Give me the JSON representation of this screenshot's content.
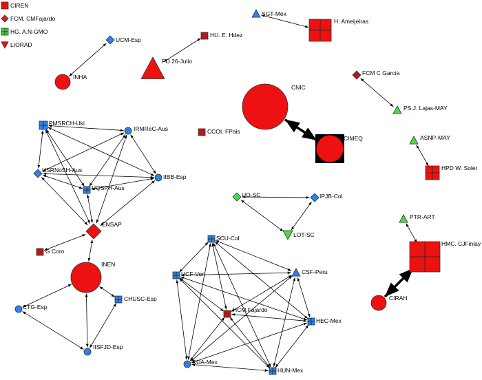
{
  "legend": [
    {
      "label": "CIREN",
      "shape": "square",
      "color": "#e8100f"
    },
    {
      "label": "FCM. CMFajardo",
      "shape": "diamond",
      "color": "#d81e1e"
    },
    {
      "label": "HG. A.N-GMO",
      "shape": "square-grid",
      "color": "#3cd43c"
    },
    {
      "label": "LIORAD",
      "shape": "triangle-down",
      "color": "#e8100f"
    }
  ],
  "colors": {
    "red": "#ee1111",
    "darkred": "#b21a1a",
    "blue": "#2f80e8",
    "green": "#44dd44",
    "black": "#000000"
  },
  "nodes": [
    {
      "id": "SGT-Mex",
      "label": "SGT-Mex"
    },
    {
      "id": "HAmeijeiras",
      "label": "H. Ameijeiras"
    },
    {
      "id": "UCM-Esp",
      "label": "UCM-Esp"
    },
    {
      "id": "HUEHdez",
      "label": "HU. E. Hdez"
    },
    {
      "id": "INHA",
      "label": "INHA"
    },
    {
      "id": "PD26",
      "label": "PD 26-Julio"
    },
    {
      "id": "FCMCGarcia",
      "label": "FCM C Garcia"
    },
    {
      "id": "CNIC",
      "label": "CNIC"
    },
    {
      "id": "PSJLajas",
      "label": "PS.J. Lajas-MAY"
    },
    {
      "id": "CCOIFPais",
      "label": "CCOI. FPais"
    },
    {
      "id": "CIMEQ",
      "label": "CIMEQ"
    },
    {
      "id": "ASNP-MAY",
      "label": "ASNP-MAY"
    },
    {
      "id": "HPDWSoler",
      "label": "HPD W. Soler"
    },
    {
      "id": "PMSRCH-Uki",
      "label": "PMSRCH-Uki"
    },
    {
      "id": "IRMReC-Aus",
      "label": "IRMReC-Aus"
    },
    {
      "id": "USRNoSH-Aus",
      "label": "USRNoSH-Aus"
    },
    {
      "id": "IIBB-Esp",
      "label": "IIBB-Esp"
    },
    {
      "id": "UQSPH-Aus",
      "label": "UQSPH-Aus"
    },
    {
      "id": "ENSAP",
      "label": "ENSAP"
    },
    {
      "id": "GCoro",
      "label": "G Coro"
    },
    {
      "id": "INEN",
      "label": "INEN"
    },
    {
      "id": "CHUSC-Esp",
      "label": "CHUSC-Esp"
    },
    {
      "id": "CTG-Esp",
      "label": "CTG-Esp"
    },
    {
      "id": "IISFJD-Esp",
      "label": "IISFJD-Esp"
    },
    {
      "id": "UO-SC",
      "label": "UO-SC"
    },
    {
      "id": "IPJB-Col",
      "label": "IPJB-Col"
    },
    {
      "id": "LOT-SC",
      "label": "LOT-SC"
    },
    {
      "id": "PTR-ART",
      "label": "PTR-ART"
    },
    {
      "id": "HMCCJFinlay",
      "label": "HMC. CJFinlay"
    },
    {
      "id": "CIRAH",
      "label": "CIRAH"
    },
    {
      "id": "SCU-Col",
      "label": "SCU-Col"
    },
    {
      "id": "UCF-Ven",
      "label": "UCF-Ven"
    },
    {
      "id": "CSF-Peru",
      "label": "CSF-Peru"
    },
    {
      "id": "HCMFajardo",
      "label": "HCM.Fajardo"
    },
    {
      "id": "HEC-Mex",
      "label": "HEC-Mex"
    },
    {
      "id": "CUA-Mex",
      "label": "CUA-Mex"
    },
    {
      "id": "HUN-Mex",
      "label": "HUN-Mex"
    }
  ],
  "edges": [
    [
      "SGT-Mex",
      "HAmeijeiras",
      1
    ],
    [
      "UCM-Esp",
      "INHA",
      1
    ],
    [
      "HUEHdez",
      "PD26",
      1
    ],
    [
      "FCMCGarcia",
      "PSJLajas",
      1
    ],
    [
      "CIMEQ",
      "CNIC",
      3
    ],
    [
      "ASNP-MAY",
      "HPDWSoler",
      1
    ],
    [
      "PTR-ART",
      "HMCCJFinlay",
      1
    ],
    [
      "HMCCJFinlay",
      "CIRAH",
      3
    ],
    [
      "UO-SC",
      "IPJB-Col",
      1
    ],
    [
      "UO-SC",
      "LOT-SC",
      1
    ],
    [
      "IPJB-Col",
      "LOT-SC",
      1
    ],
    [
      "PMSRCH-Uki",
      "IRMReC-Aus",
      1
    ],
    [
      "PMSRCH-Uki",
      "USRNoSH-Aus",
      1
    ],
    [
      "PMSRCH-Uki",
      "IIBB-Esp",
      1
    ],
    [
      "PMSRCH-Uki",
      "UQSPH-Aus",
      1
    ],
    [
      "PMSRCH-Uki",
      "ENSAP",
      1
    ],
    [
      "IRMReC-Aus",
      "USRNoSH-Aus",
      1
    ],
    [
      "IRMReC-Aus",
      "IIBB-Esp",
      1
    ],
    [
      "IRMReC-Aus",
      "UQSPH-Aus",
      1
    ],
    [
      "IRMReC-Aus",
      "ENSAP",
      1
    ],
    [
      "USRNoSH-Aus",
      "IIBB-Esp",
      1
    ],
    [
      "USRNoSH-Aus",
      "UQSPH-Aus",
      1
    ],
    [
      "USRNoSH-Aus",
      "ENSAP",
      1
    ],
    [
      "UQSPH-Aus",
      "IIBB-Esp",
      1
    ],
    [
      "UQSPH-Aus",
      "ENSAP",
      1
    ],
    [
      "IIBB-Esp",
      "ENSAP",
      1
    ],
    [
      "GCoro",
      "ENSAP",
      1
    ],
    [
      "ENSAP",
      "INEN",
      1
    ],
    [
      "INEN",
      "CHUSC-Esp",
      1
    ],
    [
      "INEN",
      "CTG-Esp",
      1
    ],
    [
      "INEN",
      "IISFJD-Esp",
      1
    ],
    [
      "CHUSC-Esp",
      "IISFJD-Esp",
      1
    ],
    [
      "CTG-Esp",
      "IISFJD-Esp",
      1
    ],
    [
      "SCU-Col",
      "UCF-Ven",
      1
    ],
    [
      "SCU-Col",
      "CSF-Peru",
      1
    ],
    [
      "SCU-Col",
      "HCMFajardo",
      1
    ],
    [
      "SCU-Col",
      "HEC-Mex",
      1
    ],
    [
      "SCU-Col",
      "CUA-Mex",
      1
    ],
    [
      "SCU-Col",
      "HUN-Mex",
      1
    ],
    [
      "UCF-Ven",
      "CSF-Peru",
      1
    ],
    [
      "UCF-Ven",
      "HCMFajardo",
      1
    ],
    [
      "UCF-Ven",
      "HEC-Mex",
      1
    ],
    [
      "UCF-Ven",
      "CUA-Mex",
      1
    ],
    [
      "UCF-Ven",
      "HUN-Mex",
      1
    ],
    [
      "CSF-Peru",
      "HCMFajardo",
      1
    ],
    [
      "CSF-Peru",
      "HEC-Mex",
      1
    ],
    [
      "CSF-Peru",
      "CUA-Mex",
      1
    ],
    [
      "CSF-Peru",
      "HUN-Mex",
      1
    ],
    [
      "HCMFajardo",
      "HEC-Mex",
      1
    ],
    [
      "HCMFajardo",
      "CUA-Mex",
      1
    ],
    [
      "HCMFajardo",
      "HUN-Mex",
      1
    ],
    [
      "HEC-Mex",
      "CUA-Mex",
      1
    ],
    [
      "HEC-Mex",
      "HUN-Mex",
      1
    ],
    [
      "CUA-Mex",
      "HUN-Mex",
      1
    ]
  ]
}
